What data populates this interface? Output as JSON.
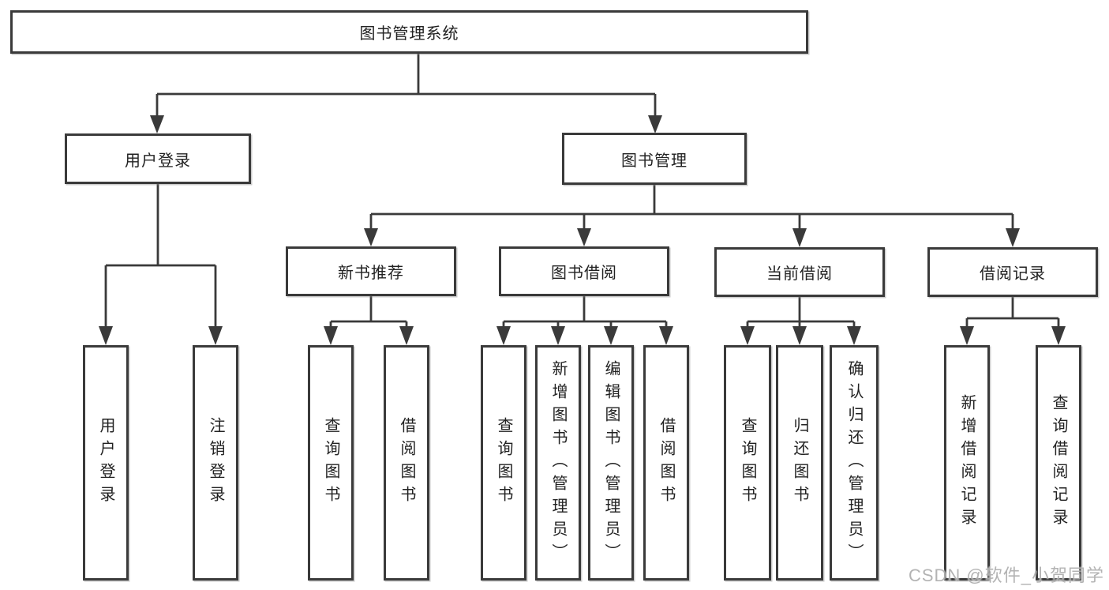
{
  "diagram": {
    "root": {
      "label": "图书管理系统"
    },
    "branches": [
      {
        "label": "用户登录",
        "children": [
          {
            "label": "用户登录"
          },
          {
            "label": "注销登录"
          }
        ]
      },
      {
        "label": "图书管理",
        "children": [
          {
            "label": "新书推荐",
            "children": [
              {
                "label": "查询图书"
              },
              {
                "label": "借阅图书"
              }
            ]
          },
          {
            "label": "图书借阅",
            "children": [
              {
                "label": "查询图书"
              },
              {
                "label": "新增图书（管理员）"
              },
              {
                "label": "编辑图书（管理员）"
              },
              {
                "label": "借阅图书"
              }
            ]
          },
          {
            "label": "当前借阅",
            "children": [
              {
                "label": "查询图书"
              },
              {
                "label": "归还图书"
              },
              {
                "label": "确认归还（管理员）"
              }
            ]
          },
          {
            "label": "借阅记录",
            "children": [
              {
                "label": "新增借阅记录"
              },
              {
                "label": "查询借阅记录"
              }
            ]
          }
        ]
      }
    ]
  },
  "watermark": {
    "text": "CSDN @软件_小贺同学"
  },
  "colors": {
    "line": "#3a3a3a",
    "box_border": "#3a3a3a",
    "box_fill": "#ffffff",
    "text": "#222222",
    "watermark": "#a8a8a8",
    "background": "#ffffff"
  }
}
